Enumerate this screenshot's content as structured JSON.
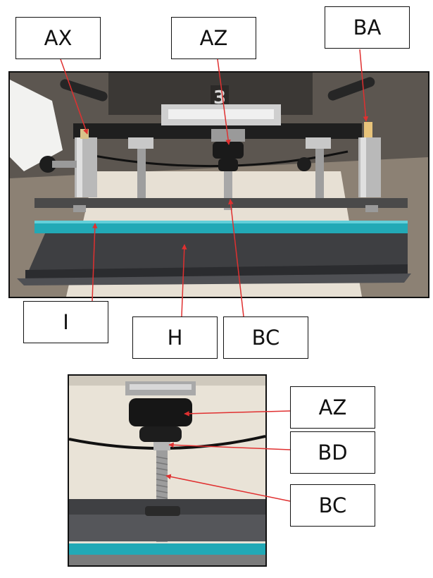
{
  "labels": {
    "ax": "AX",
    "az_top": "AZ",
    "ba": "BA",
    "i": "I",
    "h": "H",
    "bc_top": "BC",
    "az_detail": "AZ",
    "bd": "BD",
    "bc_detail": "BC"
  },
  "photo_text": {
    "station_number": "3"
  },
  "colors": {
    "pallet_teal": "#22a9b6",
    "leader_line": "#e03030"
  }
}
